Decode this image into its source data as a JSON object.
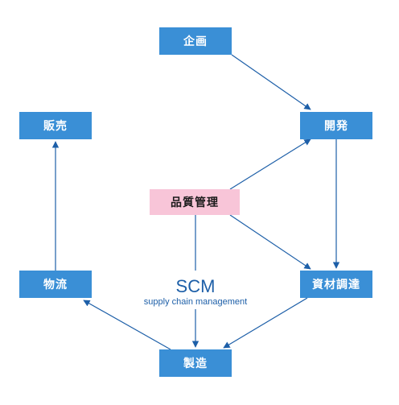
{
  "diagram": {
    "nodes": {
      "kikaku": "企画",
      "hanbai": "販売",
      "kaihatsu": "開発",
      "hinshitsu": "品質管理",
      "butsuryu": "物流",
      "shizai": "資材調達",
      "seizo": "製造"
    },
    "center": {
      "title": "SCM",
      "subtitle": "supply chain management"
    },
    "colors": {
      "node_fill": "#3a8fd6",
      "highlight_fill": "#f8c5d8",
      "arrow": "#1d5fa8",
      "center_text": "#1d5fa8"
    },
    "edges": [
      [
        "kikaku",
        "kaihatsu"
      ],
      [
        "kaihatsu",
        "shizai"
      ],
      [
        "shizai",
        "seizo"
      ],
      [
        "seizo",
        "butsuryu"
      ],
      [
        "butsuryu",
        "hanbai"
      ],
      [
        "hinshitsu",
        "kaihatsu"
      ],
      [
        "hinshitsu",
        "shizai"
      ],
      [
        "hinshitsu",
        "seizo"
      ]
    ]
  }
}
